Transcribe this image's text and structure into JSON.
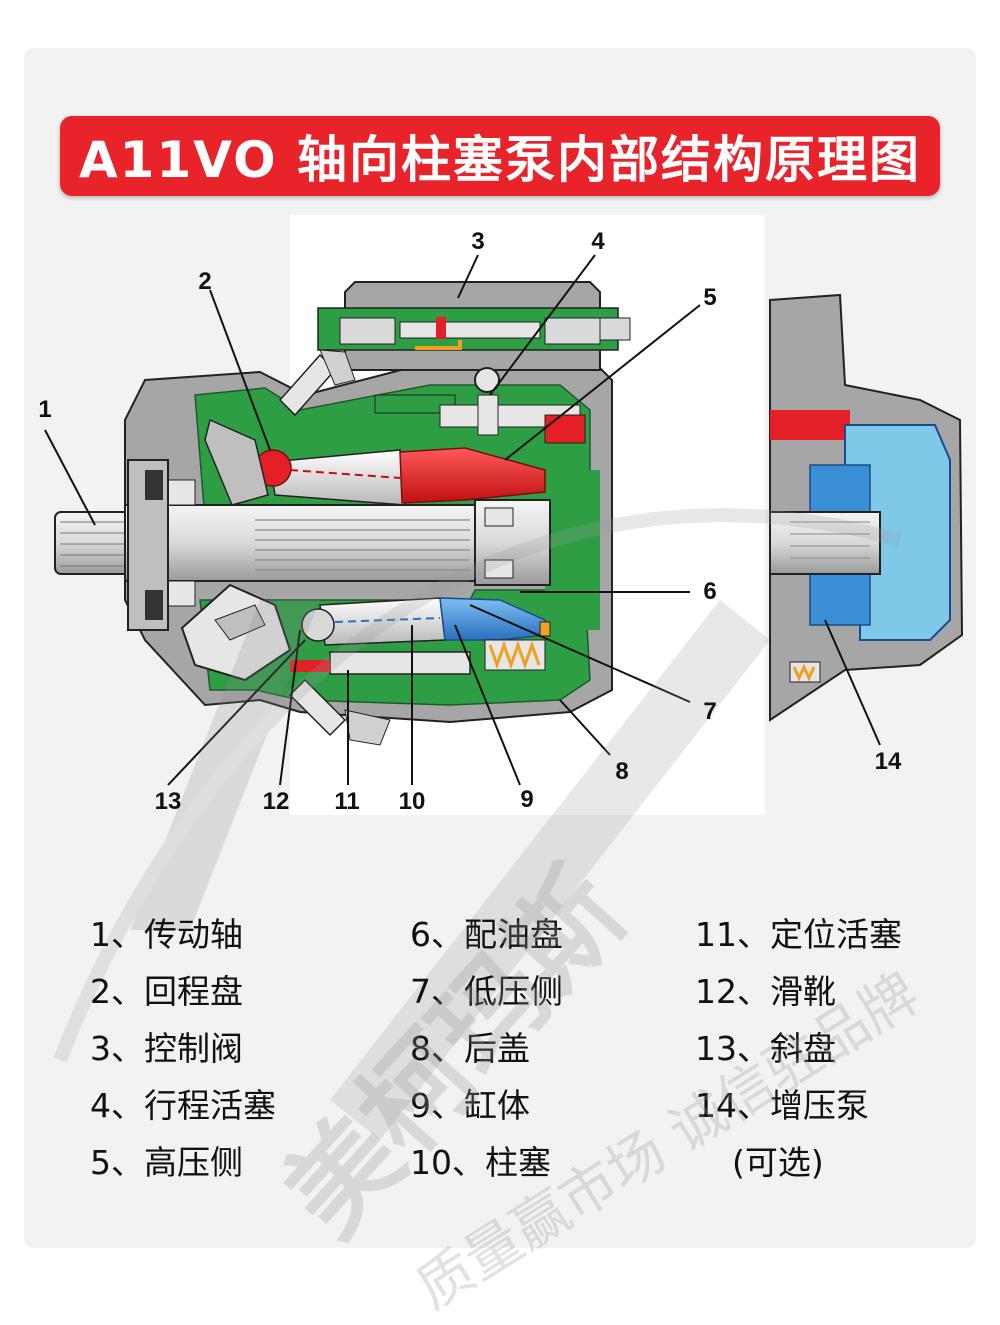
{
  "title": "A11VO 轴向柱塞泵内部结构原理图",
  "callouts": [
    "1",
    "2",
    "3",
    "4",
    "5",
    "6",
    "7",
    "8",
    "9",
    "10",
    "11",
    "12",
    "13",
    "14"
  ],
  "legend": [
    "1、传动轴",
    "2、回程盘",
    "3、控制阀",
    "4、行程活塞",
    "5、高压侧",
    "6、配油盘",
    "7、低压侧",
    "8、后盖",
    "9、缸体",
    "10、柱塞",
    "11、定位活塞",
    "12、滑靴",
    "13、斜盘",
    "14、增压泵",
    "(可选)"
  ],
  "watermark": {
    "brand": "美柯玛斯",
    "slogan": "质量赢市场 诚信驻品牌"
  },
  "colors": {
    "banner": "#e8232a",
    "housing": "#a6a6a6",
    "oil_green": "#2e9e45",
    "high_pressure": "#e32026",
    "low_pressure": "#3a8fd4",
    "boost_pump": "#7ec8e8",
    "spring": "#f0a020"
  }
}
